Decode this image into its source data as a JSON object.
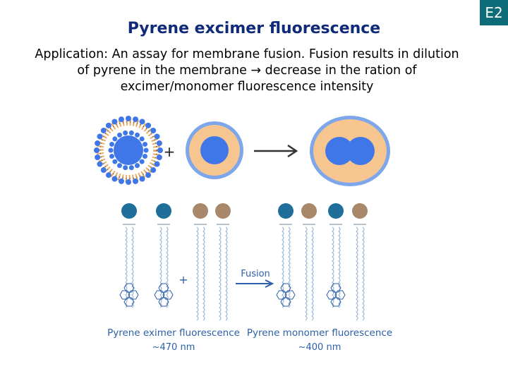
{
  "slide": {
    "badge": "E2",
    "title": "Pyrene excimer fluorescence",
    "subtitle": "Application: An assay for membrane fusion. Fusion results in dilution of pyrene in the membrane → decrease in the ration of excimer/monomer fluorescence intensity"
  },
  "diagram": {
    "plus_top": "+",
    "plus_mid": "+",
    "fusion_label": "Fusion",
    "excimer_label": "Pyrene eximer fluorescence",
    "excimer_wavelength": "~470 nm",
    "monomer_label": "Pyrene monomer fluorescence",
    "monomer_wavelength": "~400 nm"
  },
  "colors": {
    "badge_bg": "#0e6b78",
    "title": "#102a7a",
    "vesicle_fill": "#f7c58f",
    "vesicle_core": "#3f77e8",
    "labeled_head": "#1f6f9a",
    "unlabeled_head": "#a8876a",
    "label_text": "#2c5fa8"
  }
}
